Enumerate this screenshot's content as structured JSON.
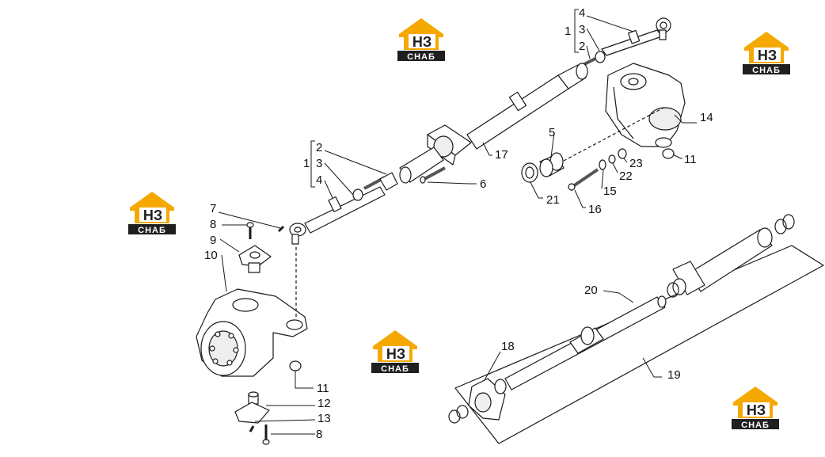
{
  "logo": {
    "top_text": "НЗ",
    "bottom_text": "СНАБ",
    "accent": "#f5a800",
    "dark": "#1f1f1f"
  },
  "labels": {
    "l4_top": "4",
    "l1_top": "1",
    "l3_top": "3",
    "l2_top": "2",
    "l14": "14",
    "l5": "5",
    "l11_right": "11",
    "l23": "23",
    "l22": "22",
    "l15": "15",
    "l16": "16",
    "l21": "21",
    "l17": "17",
    "l6": "6",
    "l2_mid": "2",
    "l1_mid": "1",
    "l3_mid": "3",
    "l4_mid": "4",
    "l7": "7",
    "l8_top": "8",
    "l9": "9",
    "l10": "10",
    "l11_left": "11",
    "l12": "12",
    "l13": "13",
    "l8_bottom": "8",
    "l18": "18",
    "l20": "20",
    "l19": "19"
  },
  "colors": {
    "line": "#1a1a1a",
    "part_fill": "#ffffff",
    "shade": "#d9d9d9"
  }
}
